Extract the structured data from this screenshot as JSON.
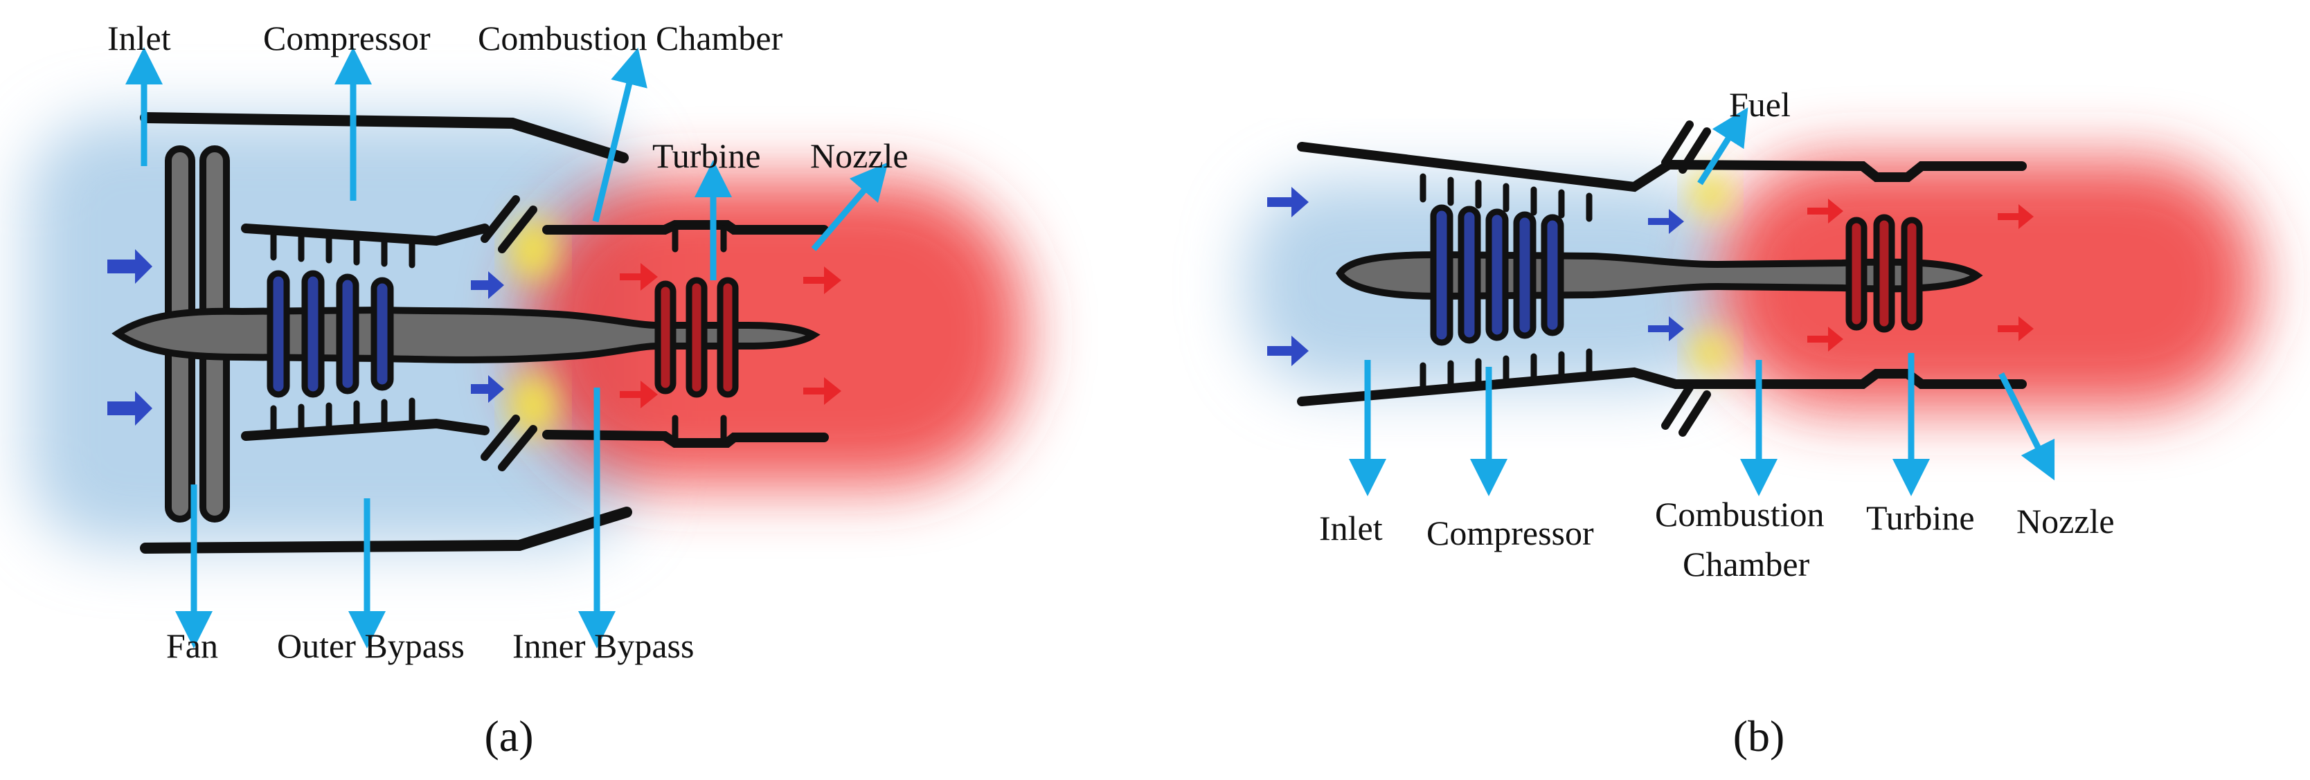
{
  "diagram_a": {
    "caption": "(a)",
    "labels": {
      "inlet": "Inlet",
      "compressor": "Compressor",
      "combustion_chamber": "Combustion Chamber",
      "turbine": "Turbine",
      "nozzle": "Nozzle",
      "fan": "Fan",
      "outer_bypass": "Outer Bypass",
      "inner_bypass": "Inner Bypass"
    }
  },
  "diagram_b": {
    "caption": "(b)",
    "labels": {
      "fuel": "Fuel",
      "inlet": "Inlet",
      "compressor": "Compressor",
      "combustion_line1": "Combustion",
      "combustion_line2": "Chamber",
      "turbine": "Turbine",
      "nozzle": "Nozzle"
    }
  },
  "colors": {
    "cold_air": "#a9cbe8",
    "hot_gas": "#ef3a3a",
    "flame": "#f3e24a",
    "pointer_arrow": "#19a9e6",
    "intake_arrow": "#2f49c4",
    "exhaust_arrow": "#e8262a",
    "compressor_blade": "#2b3f9e",
    "turbine_blade": "#b01e24",
    "shaft": "#6b6b6b",
    "outline": "#111111"
  }
}
